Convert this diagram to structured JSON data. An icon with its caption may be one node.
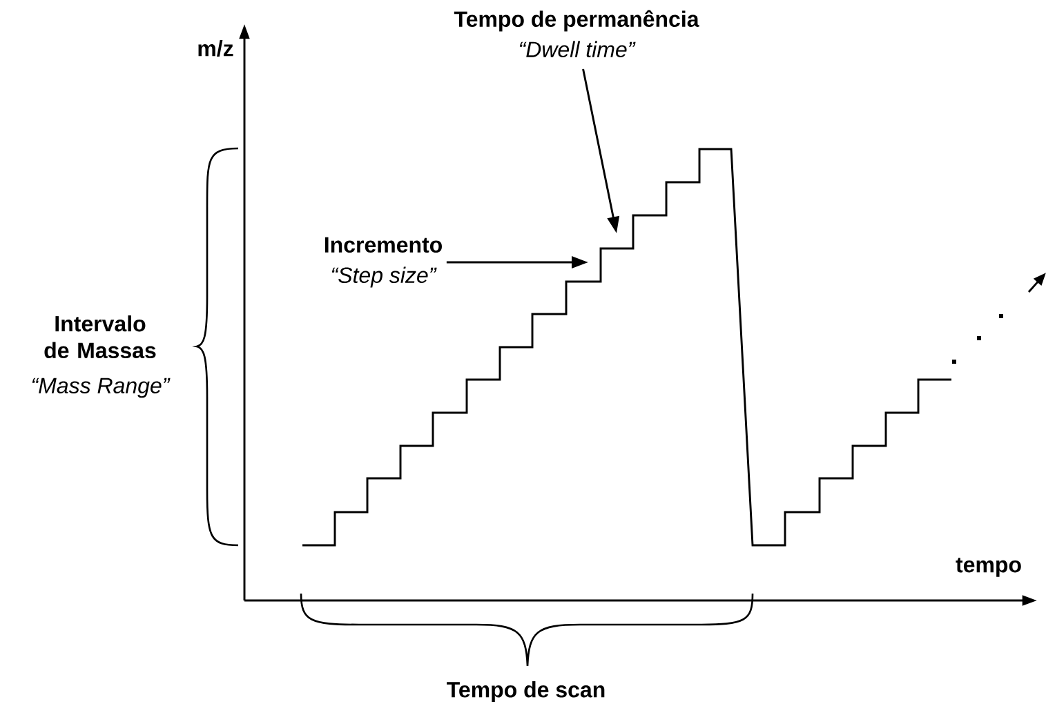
{
  "diagram": {
    "nodes": [
      {
        "text": [
          "Tempo de permanência",
          "“Dwell time”"
        ]
      },
      {
        "text": [
          "Incremento",
          "“Step size”"
        ]
      }
    ],
    "edges": [
      {
        "from": 0,
        "to": null,
        "arrow": "to"
      },
      {
        "from": 1,
        "to": null,
        "arrow": "to"
      }
    ],
    "labels": [
      "m/z",
      "Intervalo de Massas",
      "“Mass Range”",
      "tempo",
      "Tempo de scan"
    ]
  }
}
